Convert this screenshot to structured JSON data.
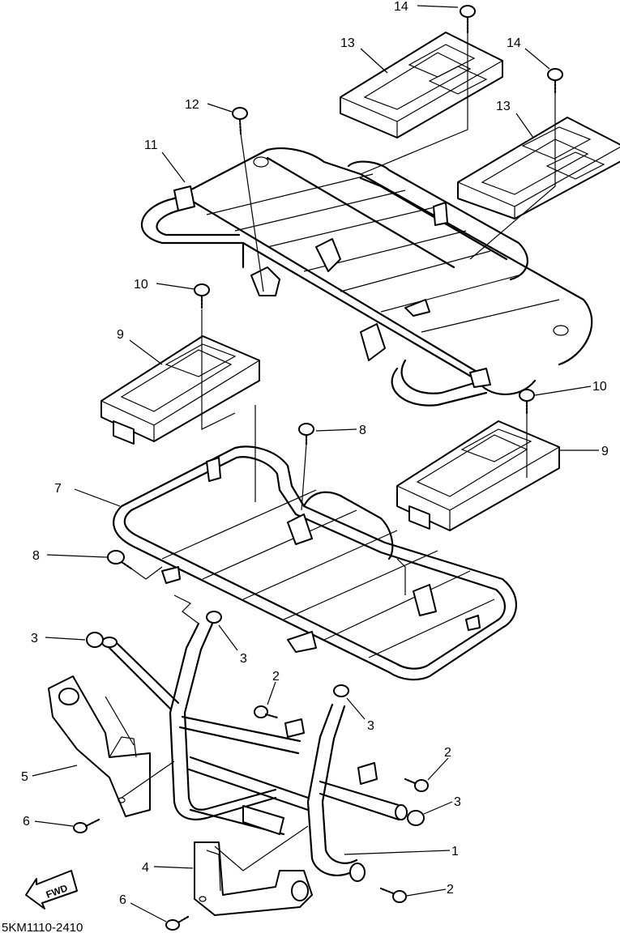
{
  "diagram": {
    "part_code": "5KM1110-2410",
    "direction_label": "FWD",
    "callouts": [
      {
        "id": "c14a",
        "label": "14"
      },
      {
        "id": "c13a",
        "label": "13"
      },
      {
        "id": "c14b",
        "label": "14"
      },
      {
        "id": "c12",
        "label": "12"
      },
      {
        "id": "c13b",
        "label": "13"
      },
      {
        "id": "c11",
        "label": "11"
      },
      {
        "id": "c10a",
        "label": "10"
      },
      {
        "id": "c9a",
        "label": "9"
      },
      {
        "id": "c10b",
        "label": "10"
      },
      {
        "id": "c8a",
        "label": "8"
      },
      {
        "id": "c9b",
        "label": "9"
      },
      {
        "id": "c7",
        "label": "7"
      },
      {
        "id": "c8b",
        "label": "8"
      },
      {
        "id": "c3a",
        "label": "3"
      },
      {
        "id": "c3b",
        "label": "3"
      },
      {
        "id": "c2a",
        "label": "2"
      },
      {
        "id": "c3c",
        "label": "3"
      },
      {
        "id": "c5",
        "label": "5"
      },
      {
        "id": "c2b",
        "label": "2"
      },
      {
        "id": "c6a",
        "label": "6"
      },
      {
        "id": "c3d",
        "label": "3"
      },
      {
        "id": "c1",
        "label": "1"
      },
      {
        "id": "c4",
        "label": "4"
      },
      {
        "id": "c2c",
        "label": "2"
      },
      {
        "id": "c6b",
        "label": "6"
      }
    ]
  }
}
